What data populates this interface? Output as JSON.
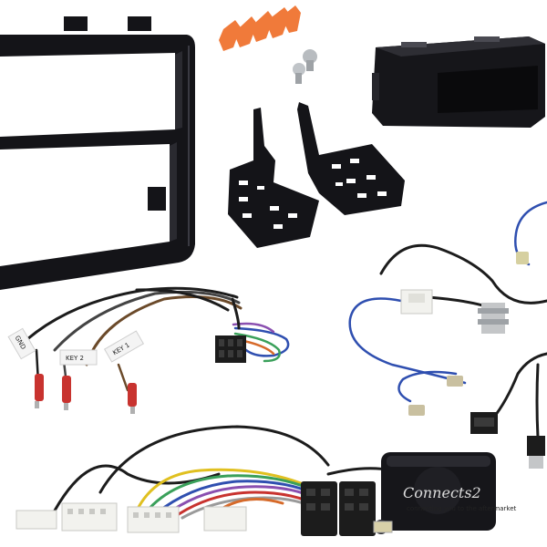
{
  "scene": {
    "background": "#ffffff",
    "colors": {
      "frame": "#141418",
      "frame_highlight": "#3a3a42",
      "clip_orange": "#f07a3a",
      "wire_red": "#c8332f",
      "wire_blue": "#2f4fb0",
      "wire_green": "#3aa05a",
      "wire_purple": "#8a4fb0",
      "connector_white": "#f2f2ee",
      "connector_black": "#1c1c1c"
    }
  },
  "wire_tags": {
    "gnd": "GND",
    "key2": "KEY 2",
    "key1": "KEY 1"
  },
  "interface_box": {
    "brand": "Connects2",
    "tagline": "connecting you to the aftermarket"
  }
}
